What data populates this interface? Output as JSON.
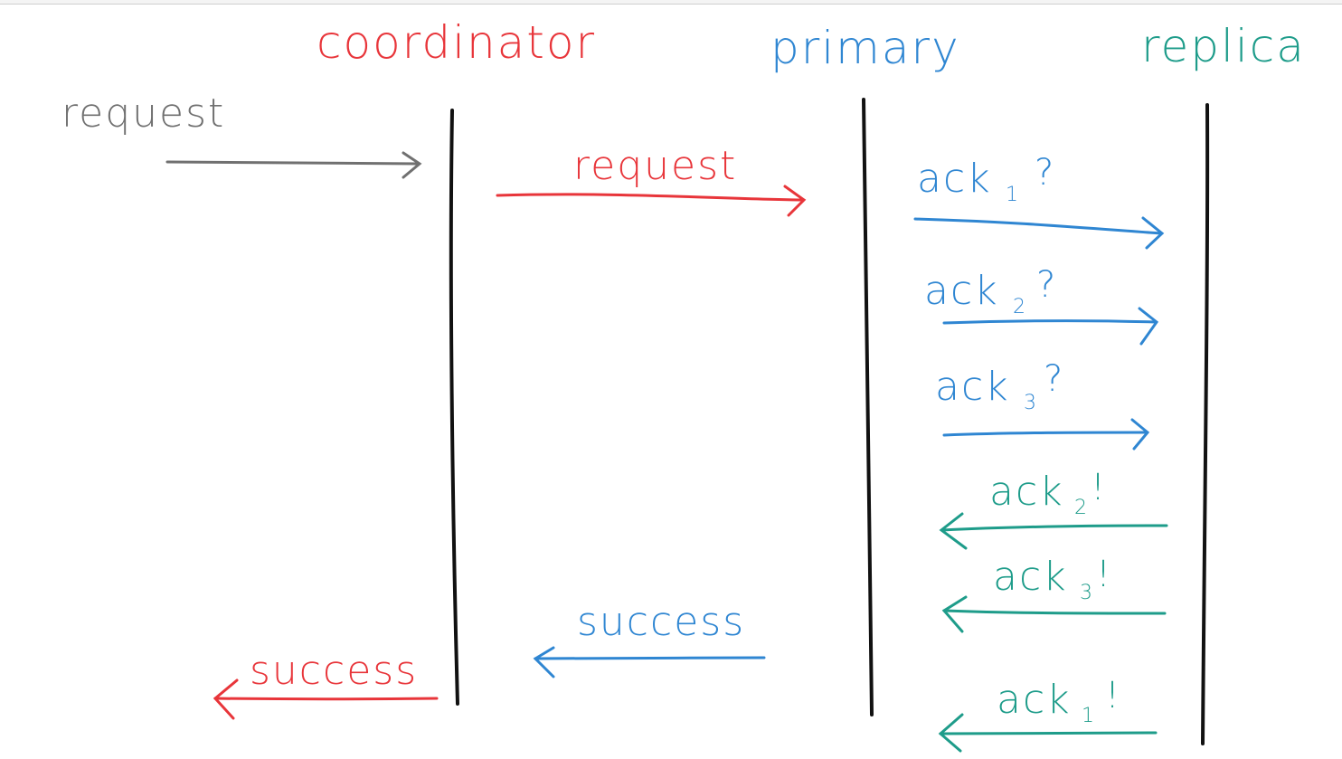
{
  "colors": {
    "coordinator": "#e8353a",
    "primary": "#2f86d2",
    "replica": "#1e9c8a",
    "client": "#707070",
    "lifeline": "#111111"
  },
  "participants": {
    "coordinator": "coordinator",
    "primary": "primary",
    "replica": "replica"
  },
  "messages": {
    "client_request": "request",
    "coord_request": "request",
    "ack1_q": {
      "base": "ack",
      "sub": "1",
      "mark": "?"
    },
    "ack2_q": {
      "base": "ack",
      "sub": "2",
      "mark": "?"
    },
    "ack3_q": {
      "base": "ack",
      "sub": "3",
      "mark": "?"
    },
    "ack2_e": {
      "base": "ack",
      "sub": "2",
      "mark": "!"
    },
    "ack3_e": {
      "base": "ack",
      "sub": "3",
      "mark": "!"
    },
    "ack1_e": {
      "base": "ack",
      "sub": "1",
      "mark": "!"
    },
    "primary_success": "success",
    "coord_success": "success"
  }
}
